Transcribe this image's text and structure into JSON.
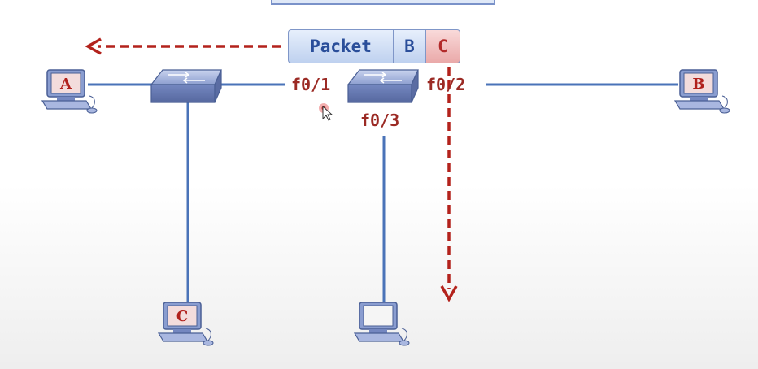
{
  "packet": {
    "payload_label": "Packet",
    "dst_label": "B",
    "src_label": "C"
  },
  "ports": {
    "p1": "f0/1",
    "p2": "f0/2",
    "p3": "f0/3"
  },
  "hosts": {
    "a": "A",
    "b": "B",
    "c": "C",
    "unlabeled": ""
  },
  "colors": {
    "link": "#4a73b8",
    "arrow": "#b3221c",
    "switch": "#7f92c8",
    "screen_fill": "#f3dcdc",
    "screen_border": "#4a5f95"
  }
}
